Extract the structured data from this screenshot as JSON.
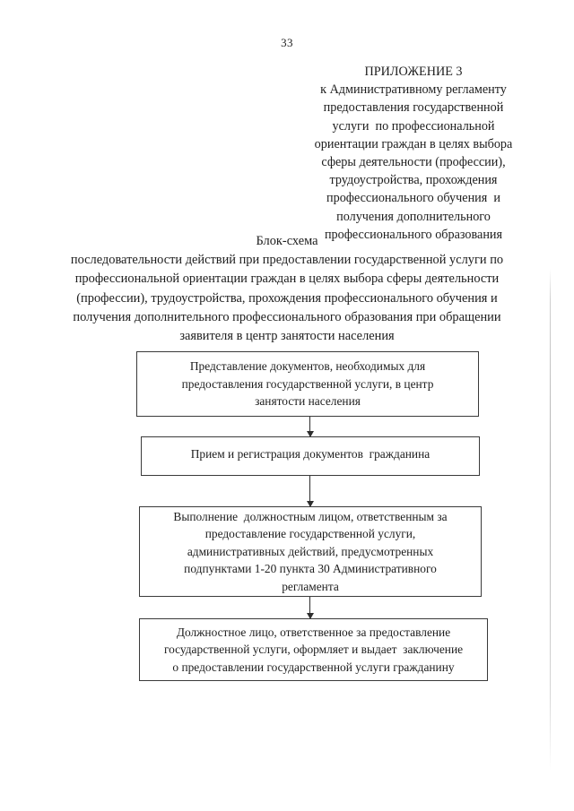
{
  "document": {
    "page_number": "33",
    "appendix_header": [
      "ПРИЛОЖЕНИЕ 3",
      "к Административному регламенту",
      "предоставления государственной",
      "услуги  по профессиональной",
      "ориентации граждан в целях выбора",
      "сферы деятельности (профессии),",
      "трудоустройства, прохождения",
      "профессионального обучения  и",
      "получения дополнительного",
      "профессионального образования"
    ],
    "intro": {
      "title": "Блок-схема",
      "lines": [
        "последовательности действий при предоставлении государственной услуги по",
        "профессиональной ориентации граждан в целях выбора сферы деятельности",
        "(профессии), трудоустройства, прохождения профессионального обучения и",
        "получения дополнительного профессионального образования при обращении",
        "заявителя в центр занятости населения"
      ]
    },
    "flowchart": {
      "steps": [
        {
          "id": "step-1",
          "lines": [
            "Представление документов, необходимых для",
            "предоставления государственной услуги, в центр",
            "занятости населения"
          ]
        },
        {
          "id": "step-2",
          "lines": [
            "Прием и регистрация документов  гражданина"
          ]
        },
        {
          "id": "step-3",
          "lines": [
            "Выполнение  должностным лицом, ответственным за",
            "предоставление государственной услуги,",
            "административных действий, предусмотренных",
            "подпунктами 1-20 пункта 30 Административного",
            "регламента"
          ]
        },
        {
          "id": "step-4",
          "lines": [
            "Должностное лицо, ответственное за предоставление",
            "государственной услуги, оформляет и выдает  заключение",
            "о предоставлении государственной услуги гражданину"
          ]
        }
      ],
      "connector_count": 3
    },
    "colors": {
      "text": "#1d1d1d",
      "box_border": "#3a3a3a",
      "arrow": "#2e2e2e",
      "page_background": "#ffffff"
    }
  }
}
